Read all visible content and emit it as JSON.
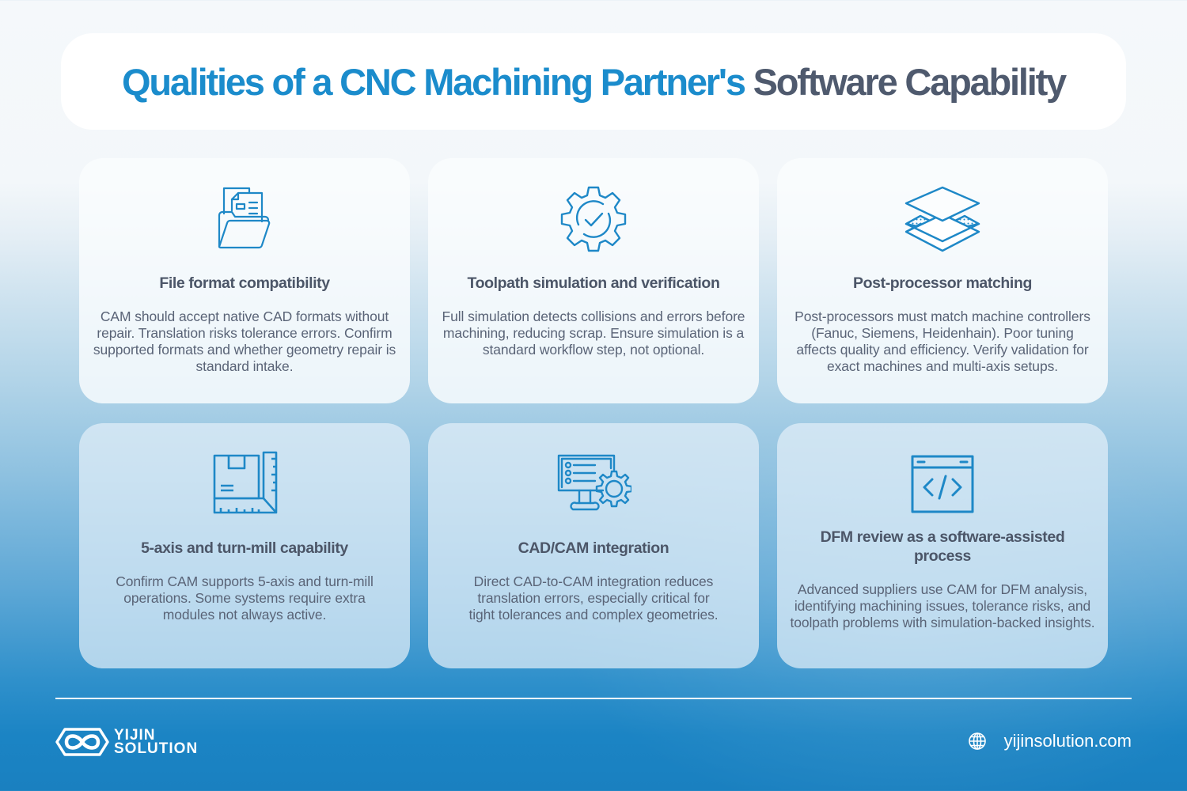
{
  "header": {
    "title_accent": "Qualities of a CNC Machining Partner's",
    "title_rest": "Software Capability"
  },
  "colors": {
    "accent": "#1b8ccc",
    "title_dark": "#4f5a6e",
    "icon": "#1e88c7",
    "text": "#5a6477",
    "footer_bg": "#1a80c0"
  },
  "cards": [
    {
      "icon": "folder-document-icon",
      "title": "File format compatibility",
      "body": "CAM should accept native CAD formats without repair. Translation risks tolerance errors. Confirm supported formats and whether geometry repair is standard intake."
    },
    {
      "icon": "gear-check-icon",
      "title": "Toolpath simulation and verification",
      "body": "Full simulation detects collisions and errors before machining, reducing scrap. Ensure simulation is a standard workflow step, not optional."
    },
    {
      "icon": "layers-icon",
      "title": "Post-processor matching",
      "body": "Post-processors must match machine controllers (Fanuc, Siemens, Heidenhain). Poor tuning affects quality and efficiency. Verify validation for exact machines and multi-axis setups."
    },
    {
      "icon": "box-ruler-icon",
      "title": "5-axis and turn-mill capability",
      "body": "Confirm CAM supports 5-axis and turn-mill operations. Some systems require extra modules not always active."
    },
    {
      "icon": "monitor-gear-icon",
      "title": "CAD/CAM integration",
      "body": "Direct CAD-to-CAM integration reduces translation errors, especially critical for tight tolerances and complex geometries."
    },
    {
      "icon": "code-window-icon",
      "title": "DFM review as a software-assisted process",
      "body": "Advanced suppliers use CAM for DFM analysis, identifying machining issues, tolerance risks, and toolpath problems with simulation-backed insights."
    }
  ],
  "footer": {
    "logo_line1": "YIJIN",
    "logo_line2": "SOLUTION",
    "website": "yijinsolution.com",
    "website_icon": "globe-icon"
  }
}
